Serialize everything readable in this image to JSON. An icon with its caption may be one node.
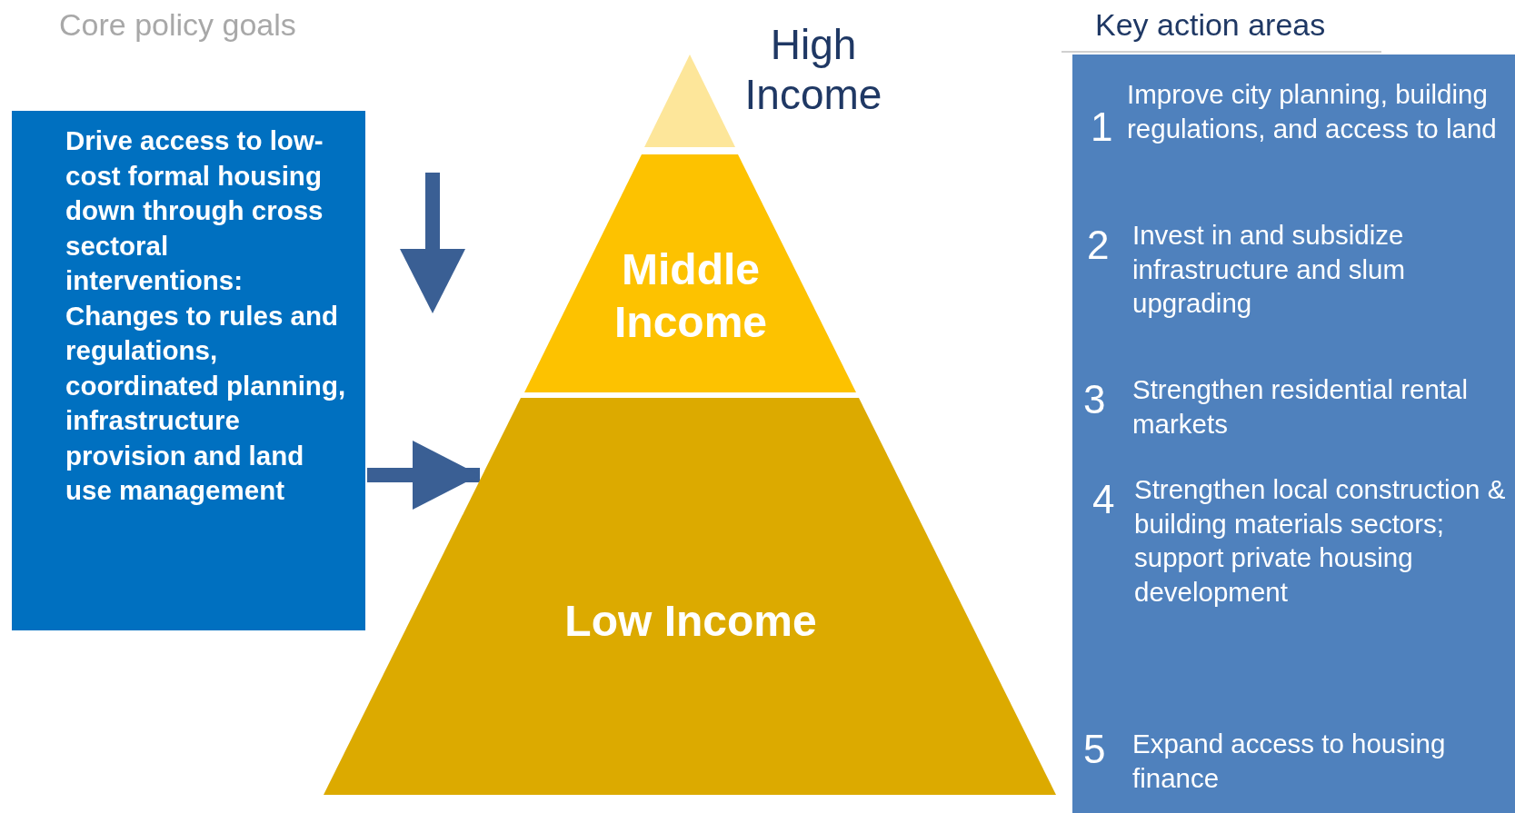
{
  "diagram": {
    "title": "Core policy goals",
    "nodes": [
      {
        "text": [
          "Drive access to low-cost formal housing down through cross sectoral interventions: Changes to rules and regulations, coordinated planning, infrastructure provision and land use management"
        ]
      },
      {
        "text": [
          "High Income"
        ]
      },
      {
        "text": [
          "Middle Income"
        ]
      },
      {
        "text": [
          "Low Income"
        ]
      },
      {
        "text": [
          "Key action areas"
        ]
      },
      {
        "text": [
          "1",
          "Improve city planning, building regulations, and access to land"
        ],
        "in": 4
      },
      {
        "text": [
          "2",
          "Invest in and subsidize infrastructure and slum upgrading"
        ],
        "in": 4
      },
      {
        "text": [
          "3",
          "Strengthen residential rental markets"
        ],
        "in": 4
      },
      {
        "text": [
          "4",
          "Strengthen local construction & building materials sectors; support private housing development"
        ],
        "in": 4
      },
      {
        "text": [
          "5",
          "Expand access to housing finance"
        ],
        "in": 4
      }
    ],
    "edges": [
      {
        "from": 0,
        "to": 3,
        "arrow": "to"
      }
    ]
  }
}
